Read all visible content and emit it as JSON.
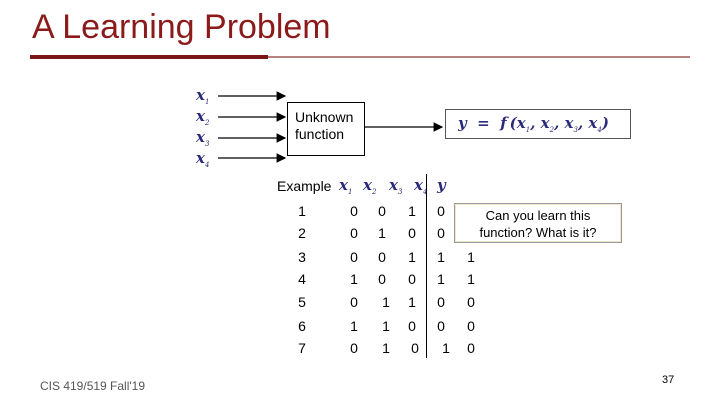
{
  "slide": {
    "title": "A Learning Problem",
    "footer": "CIS 419/519 Fall'19",
    "page_number": "37"
  },
  "inputs": [
    {
      "var": "x",
      "sub": "1"
    },
    {
      "var": "x",
      "sub": "2"
    },
    {
      "var": "x",
      "sub": "3"
    },
    {
      "var": "x",
      "sub": "4"
    }
  ],
  "unknown_box": {
    "line1": "Unknown",
    "line2": "function"
  },
  "equation": {
    "lhs": "y",
    "eq": "=",
    "fn": "f",
    "open": "(",
    "x1": "x",
    "s1": "1",
    "x2": "x",
    "s2": "2",
    "x3": "x",
    "s3": "3",
    "x4": "x",
    "s4": "4",
    "close": ")",
    "comma": ", "
  },
  "table": {
    "example_label": "Example",
    "columns": [
      {
        "var": "x",
        "sub": "1"
      },
      {
        "var": "x",
        "sub": "2"
      },
      {
        "var": "x",
        "sub": "3"
      },
      {
        "var": "x",
        "sub": "4"
      },
      {
        "var": "y",
        "sub": ""
      }
    ],
    "rows": [
      {
        "example": "1",
        "x1": "0",
        "x2": "0",
        "x3": "1",
        "x4": "0",
        "y": ""
      },
      {
        "example": "2",
        "x1": "0",
        "x2": "1",
        "x3": "0",
        "x4": "0",
        "y": ""
      },
      {
        "example": "3",
        "x1": "0",
        "x2": "0",
        "x3": "1",
        "x4": "1",
        "y": "1"
      },
      {
        "example": "4",
        "x1": "1",
        "x2": "0",
        "x3": "0",
        "x4": "1",
        "y": "1"
      },
      {
        "example": "5",
        "x1": "0",
        "x2": "1",
        "x3": "1",
        "x4": "0",
        "y": "0"
      },
      {
        "example": "6",
        "x1": "1",
        "x2": "1",
        "x3": "0",
        "x4": "0",
        "y": "0"
      },
      {
        "example": "7",
        "x1": "0",
        "x2": "1",
        "x3": "0",
        "x4": "1",
        "y": "0"
      }
    ]
  },
  "note": {
    "line1": "Can you learn this",
    "line2": "function? What is it?"
  }
}
